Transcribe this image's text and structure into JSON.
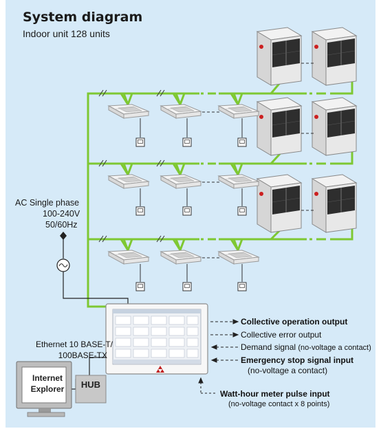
{
  "title": "System diagram",
  "subtitle": "Indoor unit  128 units",
  "power": {
    "line1": "AC Single phase",
    "line2": "100-240V",
    "line3": "50/60Hz"
  },
  "network": {
    "line1": "Ethernet 10 BASE-T/",
    "line2": "100BASE-TX",
    "hub_label": "HUB",
    "pc_label_1": "Internet",
    "pc_label_2": "Explorer"
  },
  "annotations": {
    "collective_operation": "Collective operation output",
    "collective_error": "Collective error output",
    "demand_signal": "Demand signal",
    "demand_signal_note": "(no-voltage a contact)",
    "emergency_stop": "Emergency stop signal input",
    "emergency_stop_note": "(no-voltage a contact)",
    "watt_hour": "Watt-hour meter pulse input",
    "watt_hour_note": "(no-voltage  contact x 8 points)"
  },
  "colors": {
    "bus_line": "#7ec832",
    "background": "#d6eaf8",
    "wire": "#222222"
  }
}
